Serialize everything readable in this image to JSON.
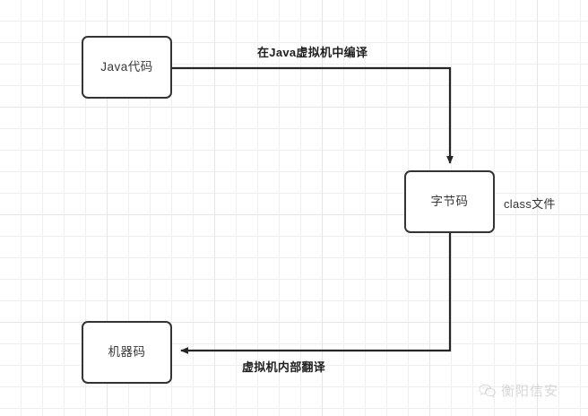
{
  "diagram": {
    "nodes": [
      {
        "id": "java",
        "label": "Java代码"
      },
      {
        "id": "byte",
        "label": "字节码"
      },
      {
        "id": "native",
        "label": "机器码"
      }
    ],
    "edges": [
      {
        "id": "compile",
        "label": "在Java虚拟机中编译",
        "from": "java",
        "to": "byte"
      },
      {
        "id": "translate",
        "label": "虚拟机内部翻译",
        "from": "byte",
        "to": "native"
      }
    ],
    "annotations": [
      {
        "id": "classfile",
        "label": "class文件",
        "attached_to": "byte"
      }
    ],
    "colors": {
      "node_border": "#343434",
      "node_fill": "#ffffff",
      "edge_stroke": "#262626",
      "grid_line": "#e6e6e6",
      "background": "#ffffff",
      "text": "#3a3a3a"
    }
  },
  "watermark": {
    "text": "衡阳信安",
    "icon": "wechat-icon"
  }
}
